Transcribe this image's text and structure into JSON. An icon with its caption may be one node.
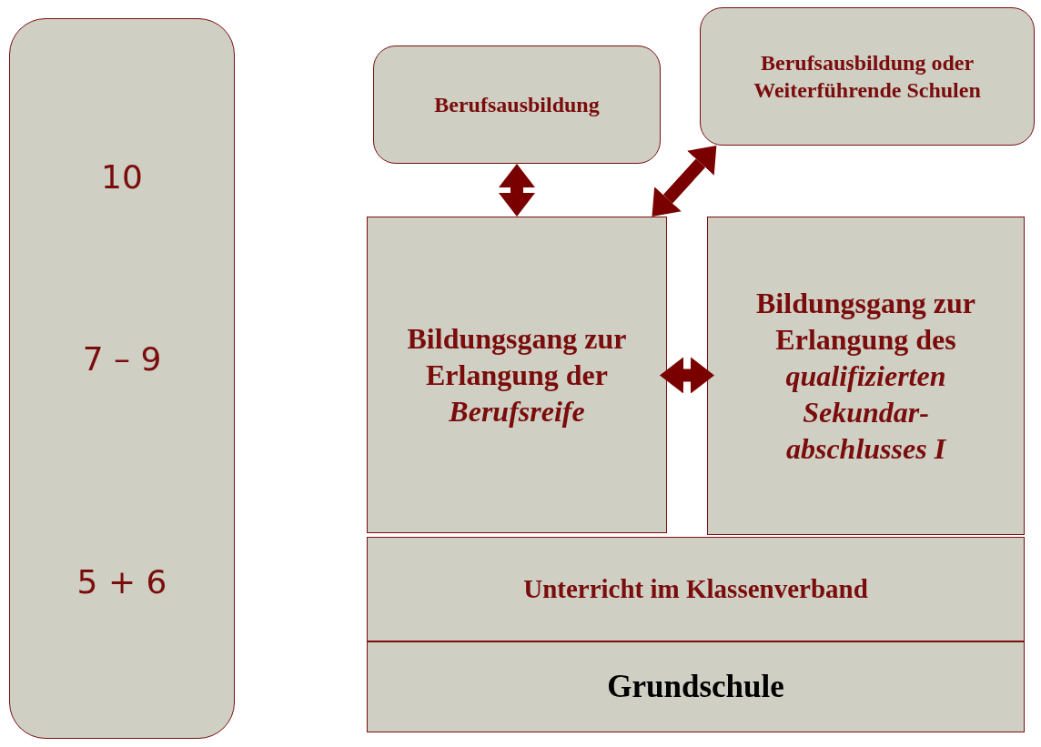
{
  "diagram": {
    "nodes": [
      {
        "text": [
          "10",
          "7 – 9",
          "5 + 6"
        ]
      },
      {
        "text": [
          "Berufsausbildung"
        ]
      },
      {
        "text": [
          "Berufsausbildung oder Weiterführende Schulen"
        ]
      },
      {
        "text": [
          "Bildungsgang zur Erlangung der *Berufsreife*"
        ]
      },
      {
        "text": [
          "Bildungsgang zur Erlangung des *qualifizierten Sekundar- abschlusses I*"
        ]
      },
      {
        "text": [
          "Unterricht im Klassenverband"
        ]
      },
      {
        "text": [
          "Grundschule"
        ]
      }
    ],
    "edges": [
      {
        "from": 3,
        "to": 1,
        "arrow": "both"
      },
      {
        "from": 3,
        "to": 2,
        "arrow": "both"
      },
      {
        "from": 3,
        "to": 4,
        "arrow": "both"
      }
    ]
  }
}
